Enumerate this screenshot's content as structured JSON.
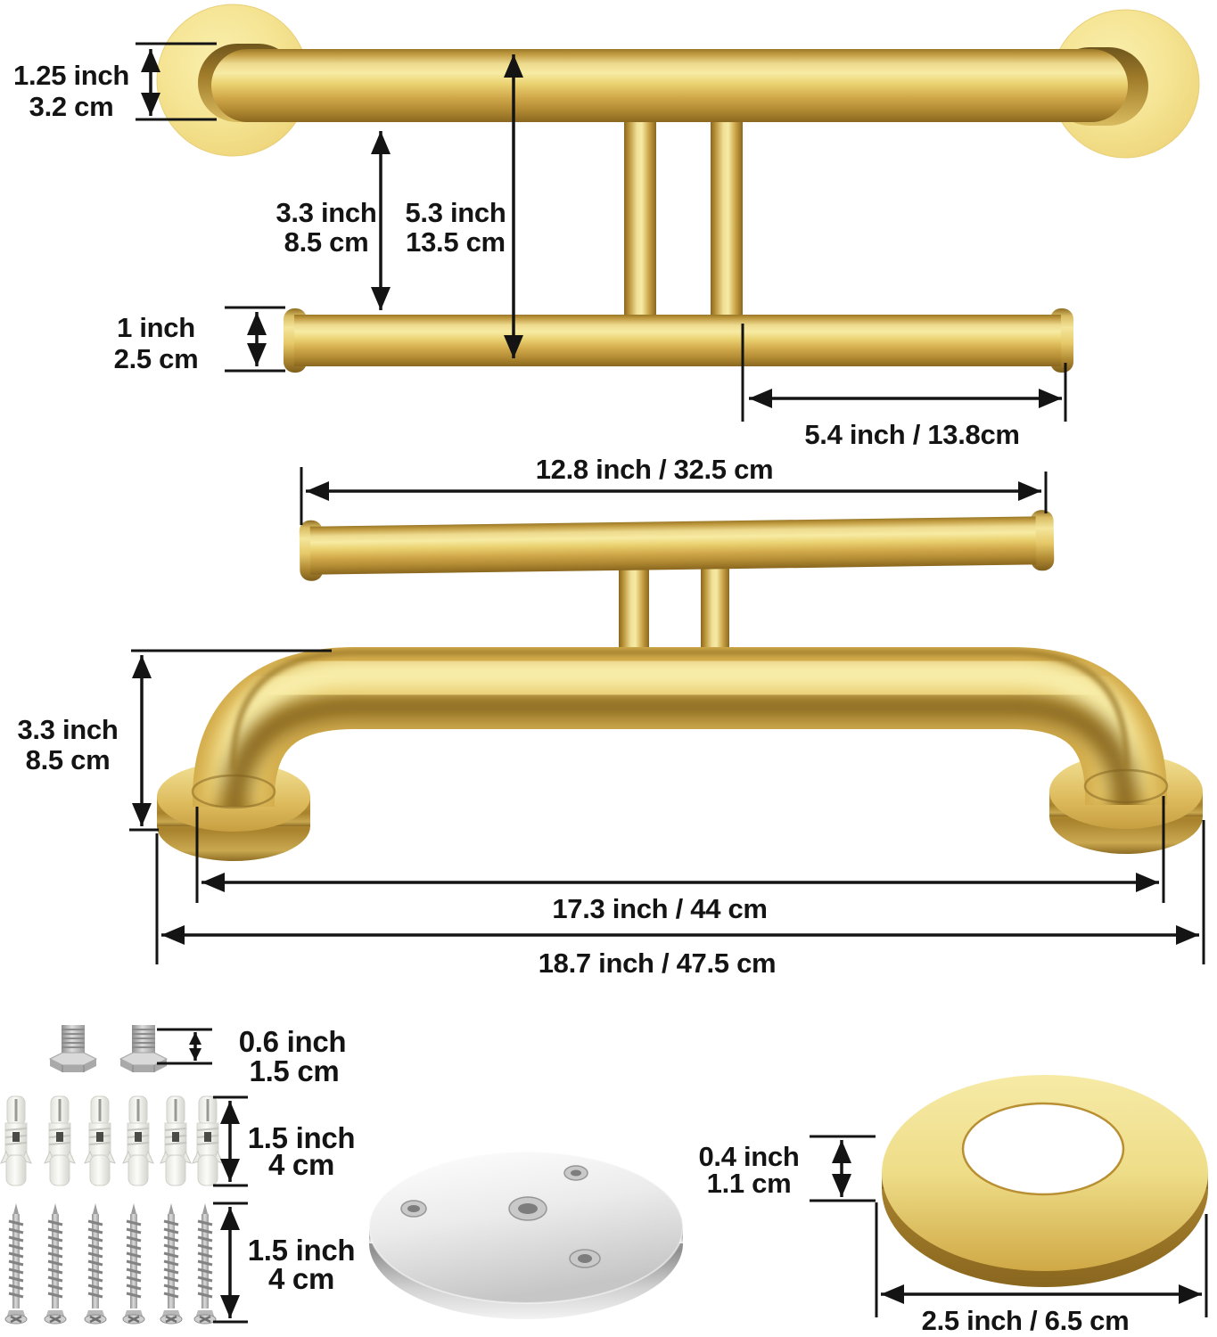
{
  "labels": {
    "front": {
      "bar_diameter": {
        "l1": "1.25 inch",
        "l2": "3.2 cm"
      },
      "gap_bar_to_holder": {
        "l1": "3.3 inch",
        "l2": "8.5 cm"
      },
      "drop_total": {
        "l1": "5.3 inch",
        "l2": "13.5 cm"
      },
      "holder_diameter": {
        "l1": "1 inch",
        "l2": "2.5 cm"
      },
      "roll_length": "5.4 inch / 13.8cm"
    },
    "side": {
      "holder_length": "12.8 inch / 32.5 cm",
      "mount_height": {
        "l1": "3.3 inch",
        "l2": "8.5 cm"
      },
      "grip_length": "17.3 inch / 44 cm",
      "overall_length": "18.7 inch / 47.5 cm"
    },
    "hardware": {
      "bolt": {
        "l1": "0.6 inch",
        "l2": "1.5 cm"
      },
      "anchor": {
        "l1": "1.5 inch",
        "l2": "4 cm"
      },
      "screw": {
        "l1": "1.5 inch",
        "l2": "4 cm"
      },
      "cover_thickness": {
        "l1": "0.4 inch",
        "l2": "1.1 cm"
      },
      "cover_diameter": "2.5 inch / 6.5 cm"
    }
  },
  "hardware_counts": {
    "hex_bolts": 2,
    "wall_anchors": 6,
    "screws": 6,
    "mounting_plates": 1,
    "cover_flanges": 1
  },
  "colors": {
    "gold": "#e2c05f",
    "gold_light": "#f7eba3",
    "gold_dark": "#8a671f",
    "flange_gold": "#f5e493",
    "silver": "#d8d8d8",
    "steel": "#a9a9a9",
    "anchor_white": "#f4f4f0",
    "line": "#141414",
    "background": "#ffffff"
  }
}
